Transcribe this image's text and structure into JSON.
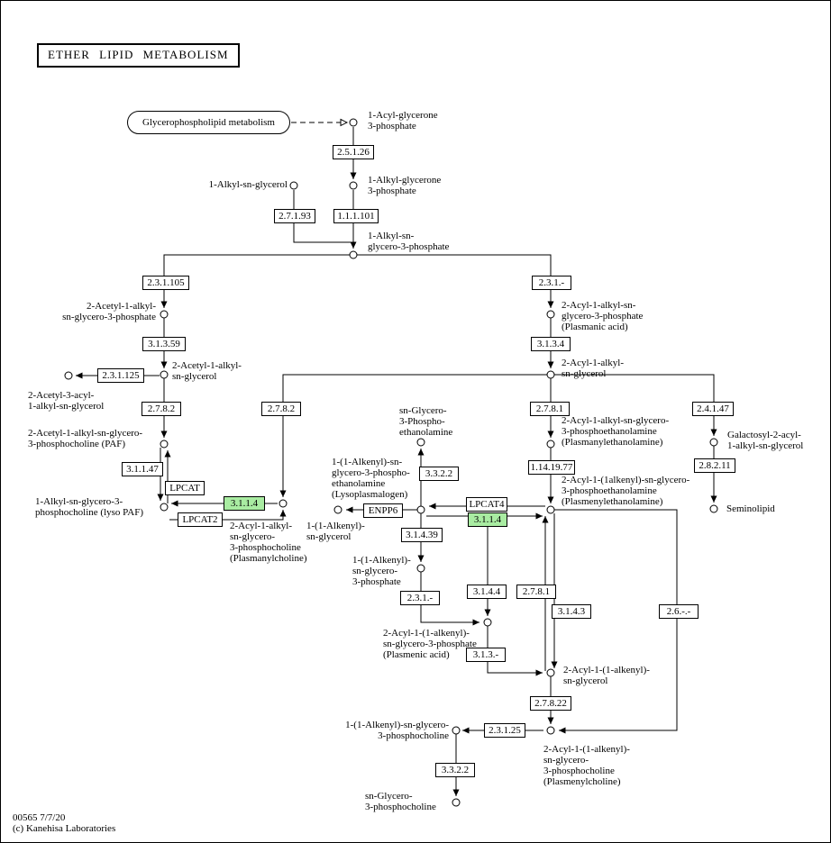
{
  "meta": {
    "title": "ETHER  LIPID  METABOLISM",
    "map_id": "00565 7/7/20",
    "copyright": "(c) Kanehisa Laboratories"
  },
  "colors": {
    "highlight_green": "#a9eca2",
    "line": "#000000",
    "box_bg": "#ffffff"
  },
  "linked_pathway": {
    "label": "Glycerophospholipid metabolism"
  },
  "enzymes": [
    {
      "label": "2.5.1.26"
    },
    {
      "label": "2.7.1.93"
    },
    {
      "label": "1.1.1.101"
    },
    {
      "label": "2.3.1.105"
    },
    {
      "label": "3.1.3.59"
    },
    {
      "label": "2.3.1.125"
    },
    {
      "label": "2.7.8.2"
    },
    {
      "label": "3.1.1.47"
    },
    {
      "label": "LPCAT"
    },
    {
      "label": "LPCAT2"
    },
    {
      "label": "3.1.1.4",
      "highlighted": true
    },
    {
      "label": "2.7.8.2"
    },
    {
      "label": "2.3.1.-"
    },
    {
      "label": "3.1.3.4"
    },
    {
      "label": "2.7.8.1"
    },
    {
      "label": "1.14.19.77"
    },
    {
      "label": "2.4.1.47"
    },
    {
      "label": "2.8.2.11"
    },
    {
      "label": "3.3.2.2"
    },
    {
      "label": "ENPP6"
    },
    {
      "label": "LPCAT4"
    },
    {
      "label": "3.1.1.4",
      "highlighted": true
    },
    {
      "label": "3.1.4.39"
    },
    {
      "label": "2.3.1.-"
    },
    {
      "label": "3.1.4.4"
    },
    {
      "label": "2.7.8.1"
    },
    {
      "label": "3.1.4.3"
    },
    {
      "label": "2.6.-.-"
    },
    {
      "label": "3.1.3.-"
    },
    {
      "label": "2.7.8.22"
    },
    {
      "label": "2.3.1.25"
    },
    {
      "label": "3.3.2.2"
    }
  ],
  "compounds": [
    {
      "label": "1-Acyl-glycerone\n3-phosphate"
    },
    {
      "label": "1-Alkyl-sn-glycerol"
    },
    {
      "label": "1-Alkyl-glycerone\n3-phosphate"
    },
    {
      "label": "1-Alkyl-sn-\nglycero-3-phosphate"
    },
    {
      "label": "2-Acetyl-1-alkyl-\nsn-glycero-3-phosphate"
    },
    {
      "label": "2-Acetyl-1-alkyl-\nsn-glycerol"
    },
    {
      "label": "2-Acetyl-3-acyl-\n1-alkyl-sn-glycerol"
    },
    {
      "label": "2-Acetyl-1-alkyl-sn-glycero-\n3-phosphocholine (PAF)"
    },
    {
      "label": "1-Alkyl-sn-glycero-3-\nphosphocholine (lyso PAF)"
    },
    {
      "label": "2-Acyl-1-alkyl-\nsn-glycero-\n3-phosphocholine\n(Plasmanylcholine)"
    },
    {
      "label": "2-Acyl-1-alkyl-sn-\nglycero-3-phosphate\n(Plasmanic acid)"
    },
    {
      "label": "2-Acyl-1-alkyl-\nsn-glycerol"
    },
    {
      "label": "Galactosyl-2-acyl-\n1-alkyl-sn-glycerol"
    },
    {
      "label": "Seminolipid"
    },
    {
      "label": "2-Acyl-1-alkyl-sn-glycero-\n3-phosphoethanolamine\n(Plasmanylethanolamine)"
    },
    {
      "label": "2-Acyl-1-(1alkenyl)-sn-glycero-\n3-phosphoethanolamine\n(Plasmenylethanolamine)"
    },
    {
      "label": "sn-Glycero-\n3-Phospho-\nethanolamine"
    },
    {
      "label": "1-(1-Alkenyl)-sn-\nglycero-3-phospho-\nethanolamine\n(Lysoplasmalogen)"
    },
    {
      "label": "1-(1-Alkenyl)-\nsn-glycerol"
    },
    {
      "label": "1-(1-Alkenyl)-\nsn-glycero-\n3-phosphate"
    },
    {
      "label": "2-Acyl-1-(1-alkenyl)-\nsn-glycero-3-phosphate\n(Plasmenic acid)"
    },
    {
      "label": "2-Acyl-1-(1-alkenyl)-\nsn-glycerol"
    },
    {
      "label": "2-Acyl-1-(1-alkenyl)-\nsn-glycero-\n3-phosphocholine\n(Plasmenylcholine)"
    },
    {
      "label": "1-(1-Alkenyl)-sn-glycero-\n3-phosphocholine"
    },
    {
      "label": "sn-Glycero-\n3-phosphocholine"
    }
  ]
}
